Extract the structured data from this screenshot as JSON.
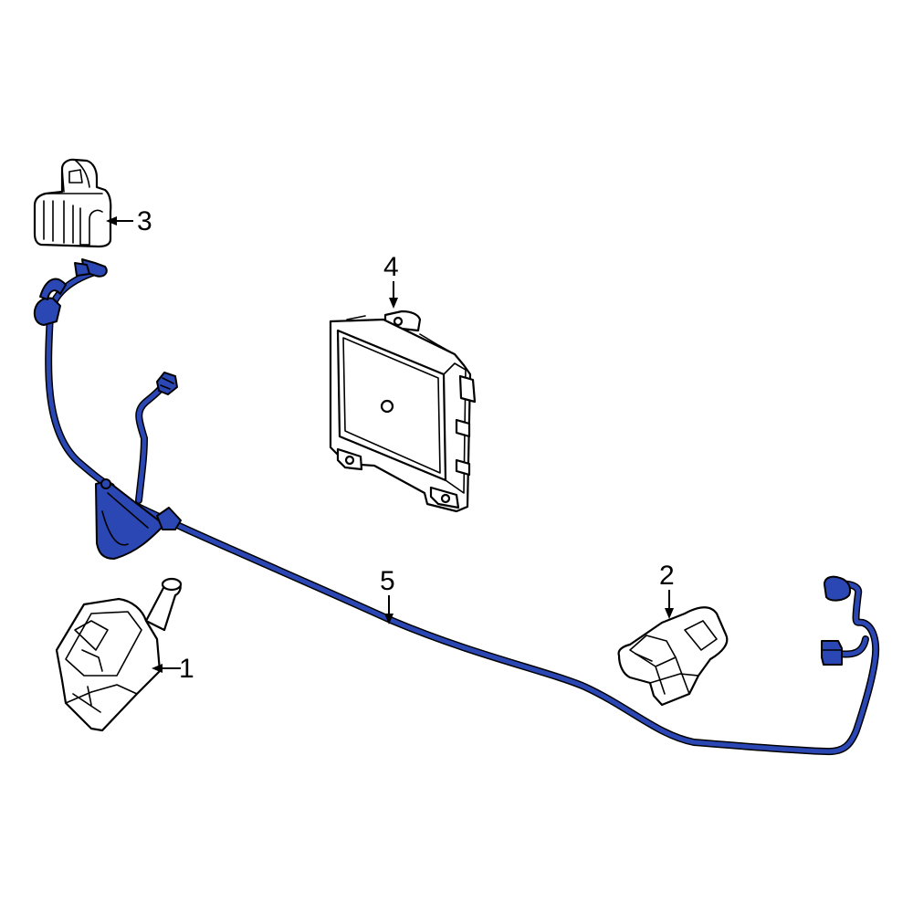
{
  "colors": {
    "harness": "#2b47b4",
    "line": "#000000",
    "background": "#ffffff"
  },
  "callouts": {
    "part1": "1",
    "part2": "2",
    "part3": "3",
    "part4": "4",
    "part5": "5"
  }
}
